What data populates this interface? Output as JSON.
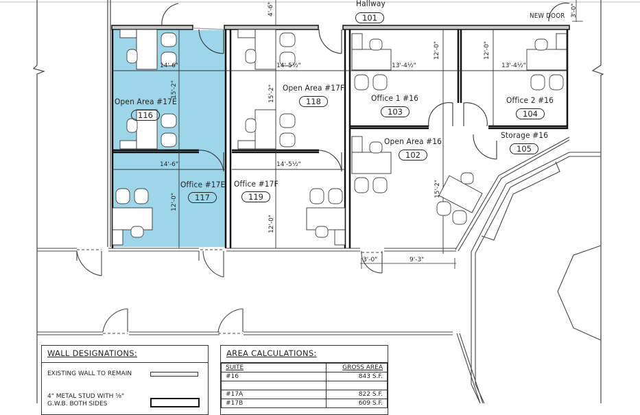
{
  "colors": {
    "highlight_suite_17E": "#9dd6e8",
    "wall_fill": "#c8c8c8",
    "line": "#222222",
    "background": "#ffffff"
  },
  "rooms": [
    {
      "id": "hallway",
      "name": "Hallway",
      "number": "101"
    },
    {
      "id": "open16",
      "name": "Open Area #16",
      "number": "102"
    },
    {
      "id": "office1",
      "name": "Office 1 #16",
      "number": "103"
    },
    {
      "id": "office2",
      "name": "Office 2 #16",
      "number": "104"
    },
    {
      "id": "storage16",
      "name": "Storage #16",
      "number": "105"
    },
    {
      "id": "open17e",
      "name": "Open Area #17E",
      "number": "116"
    },
    {
      "id": "office17e",
      "name": "Office #17E",
      "number": "117"
    },
    {
      "id": "open17f",
      "name": "Open Area #17F",
      "number": "118"
    },
    {
      "id": "office17f",
      "name": "Office #17F",
      "number": "119"
    }
  ],
  "annotations": {
    "new_door": "NEW DOOR"
  },
  "dimensions": {
    "d_4_6": "4'-6\"",
    "d_3_0_top": "3'-0\"",
    "d_14_6_a": "14'-6\"",
    "d_14_6_b": "14'-6\"",
    "d_15_2_a": "15'-2\"",
    "d_14_5h_a": "14'-5½\"",
    "d_14_5h_b": "14'-5½\"",
    "d_15_2_b": "15'-2\"",
    "d_12_0_a": "12'-0\"",
    "d_12_0_b": "12'-0\"",
    "d_13_4h_a": "13'-4½\"",
    "d_13_4h_b": "13'-4½\"",
    "d_12_0_c": "12'-0\"",
    "d_12_0_d": "12'-0\"",
    "d_15_2_c": "15'-2\"",
    "d_3_0_bottom": "3'-0\"",
    "d_9_3": "9'-3\""
  },
  "wall_designations": {
    "title": "WALL DESIGNATIONS:",
    "items": [
      {
        "label": "EXISTING WALL TO REMAIN"
      },
      {
        "label": "4\" METAL STUD WITH ⅝\"",
        "label2": "G.W.B. BOTH SIDES"
      }
    ]
  },
  "area_calculations": {
    "title": "AREA CALCULATIONS:",
    "headers": [
      "SUITE",
      "GROSS AREA"
    ],
    "rows": [
      {
        "suite": "#16",
        "area": "843 S.F."
      },
      {
        "suite": "",
        "area": ""
      },
      {
        "suite": "#17A",
        "area": "822 S.F."
      },
      {
        "suite": "#17B",
        "area": "609 S.F."
      }
    ]
  }
}
